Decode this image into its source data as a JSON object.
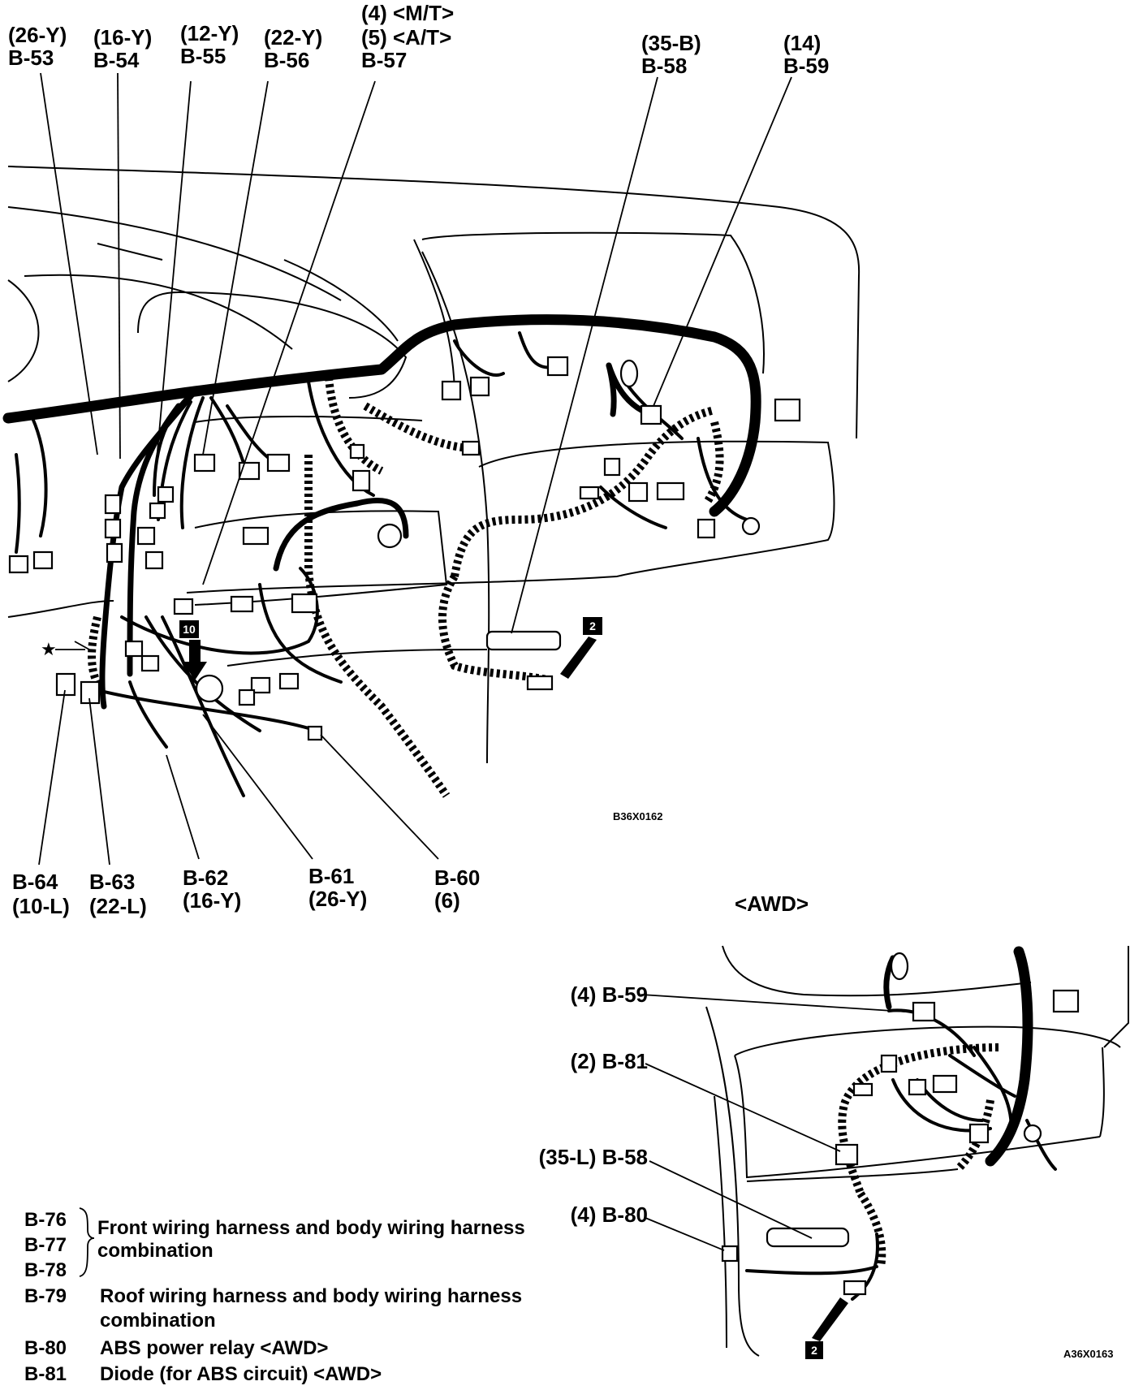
{
  "top_labels": {
    "b53": {
      "spec": "(26-Y)",
      "id": "B-53"
    },
    "b54": {
      "spec": "(16-Y)",
      "id": "B-54"
    },
    "b55": {
      "spec": "(12-Y)",
      "id": "B-55"
    },
    "b56": {
      "spec": "(22-Y)",
      "id": "B-56"
    },
    "b57": {
      "spec_mt": "(4)  <M/T>",
      "spec_at": "(5)  <A/T>",
      "id": "B-57"
    },
    "b58": {
      "spec": "(35-B)",
      "id": "B-58"
    },
    "b59": {
      "spec": "(14)",
      "id": "B-59"
    }
  },
  "bottom_labels": {
    "b64": {
      "id": "B-64",
      "spec": "(10-L)"
    },
    "b63": {
      "id": "B-63",
      "spec": "(22-L)"
    },
    "b62": {
      "id": "B-62",
      "spec": "(16-Y)"
    },
    "b61": {
      "id": "B-61",
      "spec": "(26-Y)"
    },
    "b60": {
      "id": "B-60",
      "spec": "(6)"
    }
  },
  "markers": {
    "box_10": "10",
    "box_2_main": "2",
    "box_2_awd": "2",
    "star": "★"
  },
  "figure_codes": {
    "main": "B36X0162",
    "awd": "A36X0163"
  },
  "awd": {
    "title": "<AWD>",
    "labels": {
      "b59": "(4) B-59",
      "b81": "(2) B-81",
      "b58": "(35-L) B-58",
      "b80": "(4) B-80"
    }
  },
  "legend": {
    "group_ids": [
      "B-76",
      "B-77",
      "B-78"
    ],
    "group_desc_line1": "Front wiring harness and body wiring harness",
    "group_desc_line2": "combination",
    "items": [
      {
        "id": "B-79",
        "line1": "Roof wiring harness and body wiring harness",
        "line2": "combination"
      },
      {
        "id": "B-80",
        "line1": "ABS power relay <AWD>",
        "line2": ""
      },
      {
        "id": "B-81",
        "line1": "Diode (for ABS circuit) <AWD>",
        "line2": ""
      }
    ]
  }
}
